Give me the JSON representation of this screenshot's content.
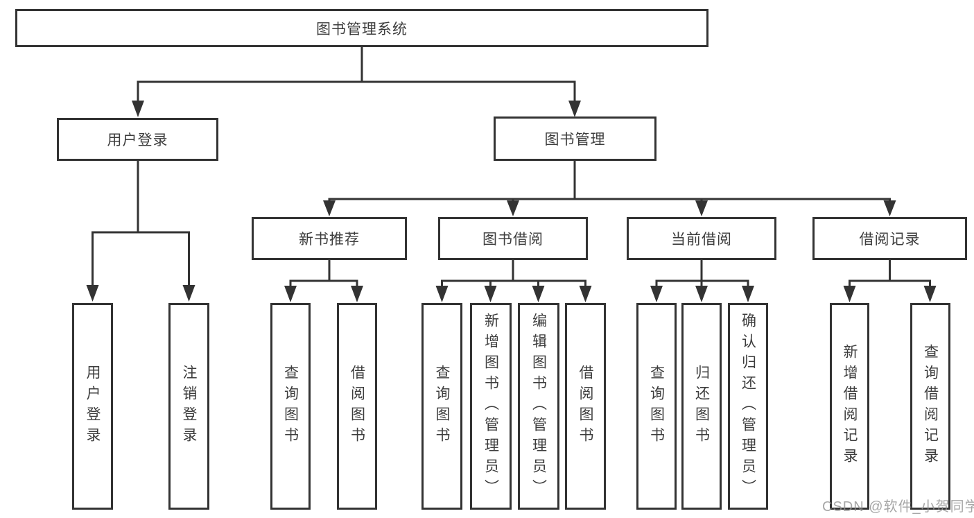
{
  "diagram": {
    "root": {
      "label": "图书管理系统"
    },
    "branches": [
      {
        "label": "用户登录",
        "children": [
          {
            "label": "用户登录"
          },
          {
            "label": "注销登录"
          }
        ]
      },
      {
        "label": "图书管理",
        "children": [
          {
            "label": "新书推荐",
            "children": [
              {
                "label": "查询图书"
              },
              {
                "label": "借阅图书"
              }
            ]
          },
          {
            "label": "图书借阅",
            "children": [
              {
                "label": "查询图书"
              },
              {
                "label": "新增图书（管理员）"
              },
              {
                "label": "编辑图书（管理员）"
              },
              {
                "label": "借阅图书"
              }
            ]
          },
          {
            "label": "当前借阅",
            "children": [
              {
                "label": "查询图书"
              },
              {
                "label": "归还图书"
              },
              {
                "label": "确认归还（管理员）"
              }
            ]
          },
          {
            "label": "借阅记录",
            "children": [
              {
                "label": "新增借阅记录"
              },
              {
                "label": "查询借阅记录"
              }
            ]
          }
        ]
      }
    ]
  },
  "watermark": {
    "text": "CSDN @软件_小贺同学"
  },
  "colors": {
    "line": "#333333",
    "text": "#3d3d3d",
    "background": "#ffffff",
    "watermark": "#919191"
  }
}
